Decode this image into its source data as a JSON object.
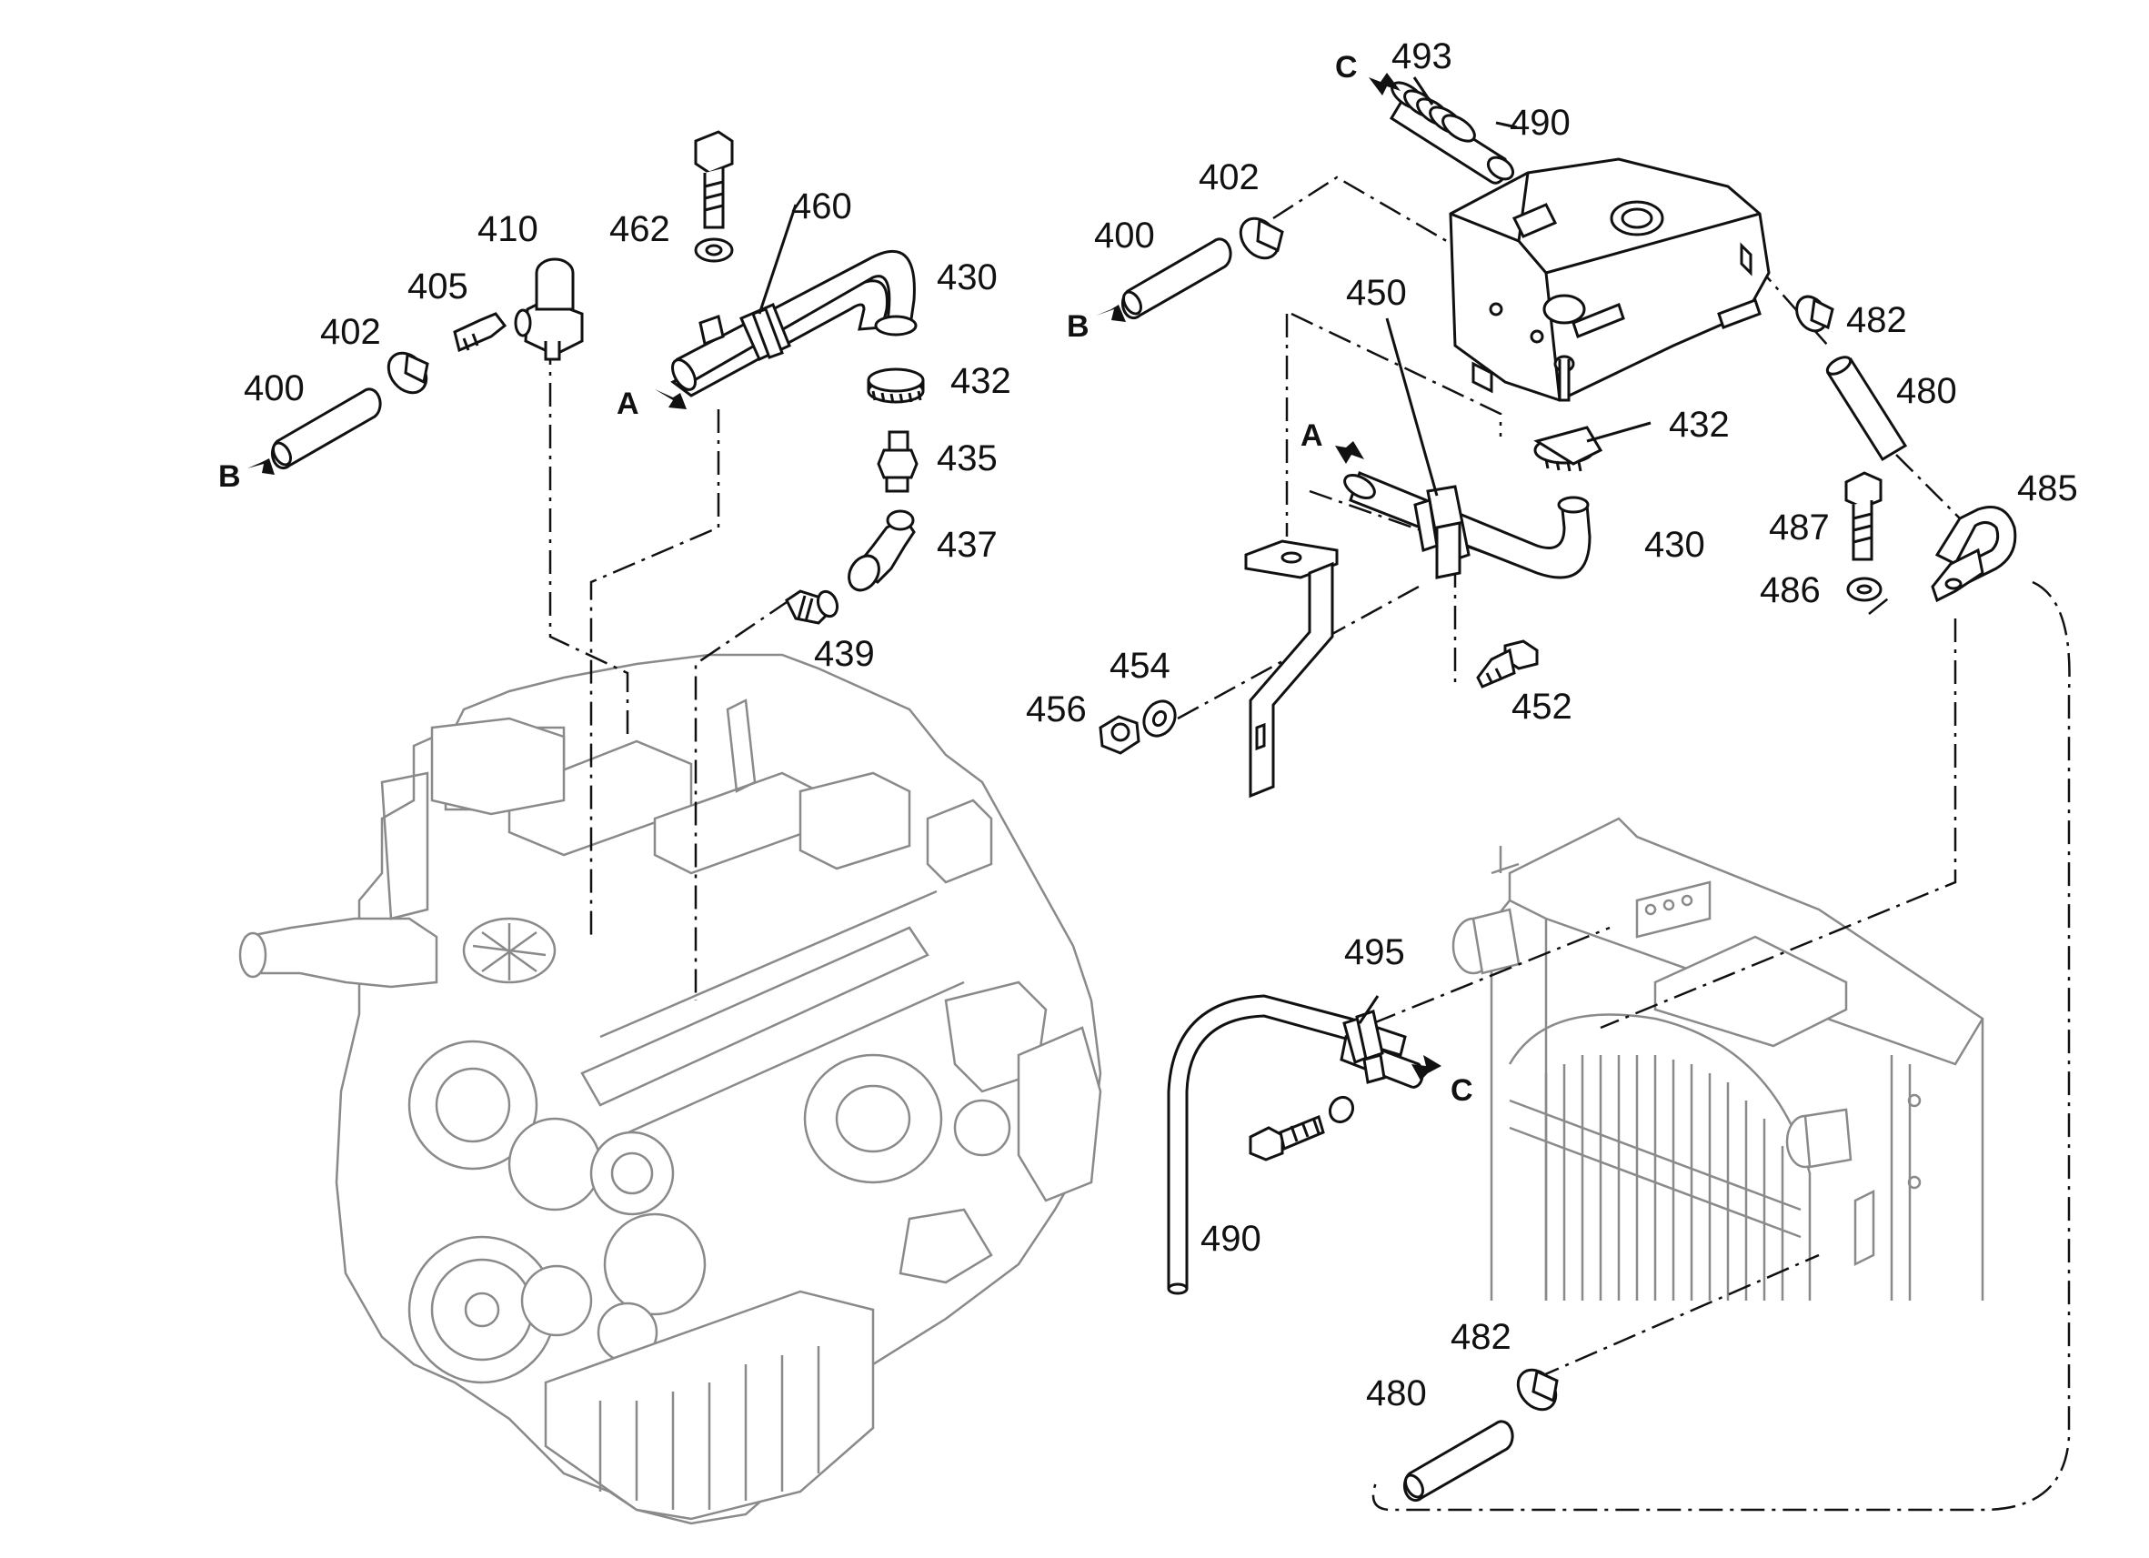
{
  "diagram": {
    "labels": {
      "n400_left": "400",
      "n402_left": "402",
      "n405": "405",
      "n410": "410",
      "n462": "462",
      "n460": "460",
      "n430_top": "430",
      "n432_top": "432",
      "n435": "435",
      "n437": "437",
      "n439": "439",
      "n493": "493",
      "n490_top": "490",
      "n402_right": "402",
      "n400_right": "400",
      "n450": "450",
      "n432_right": "432",
      "n430_right": "430",
      "n482_top": "482",
      "n480_top": "480",
      "n485": "485",
      "n487": "487",
      "n486": "486",
      "n454": "454",
      "n456": "456",
      "n452": "452",
      "n495": "495",
      "n490_bottom": "490",
      "n482_bottom": "482",
      "n480_bottom": "480"
    },
    "arrows": {
      "a_left": "A",
      "a_right": "A",
      "b_left": "B",
      "b_right": "B",
      "c_top": "C",
      "c_bottom": "C"
    }
  }
}
